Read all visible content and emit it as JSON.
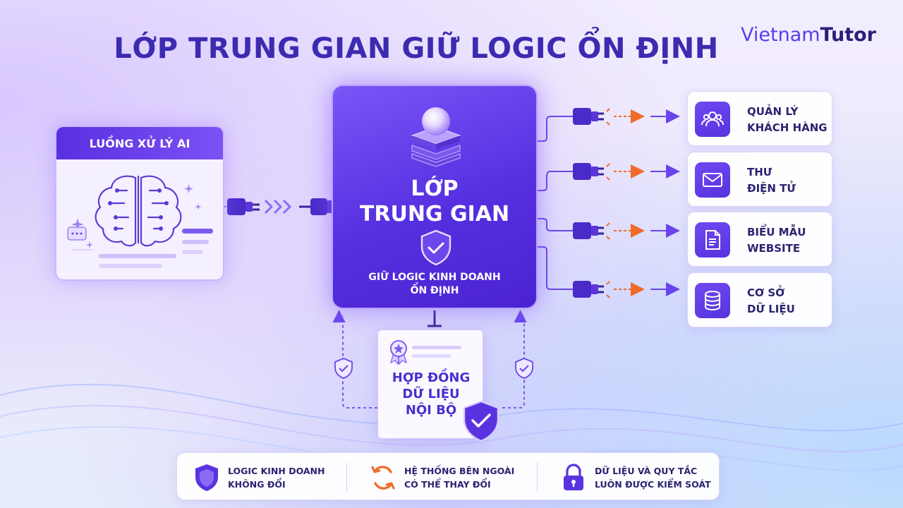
{
  "title": "LỚP TRUNG GIAN GIỮ LOGIC ỔN ĐỊNH",
  "logo": {
    "part1": "Vietnam",
    "part2": "Tutor"
  },
  "ai_panel": {
    "header": "LUỒNG XỬ LÝ AI",
    "icon": "brain-circuit-icon"
  },
  "center": {
    "title_line1": "LỚP",
    "title_line2": "TRUNG GIAN",
    "subtitle_line1": "GIỮ LOGIC KINH DOANH",
    "subtitle_line2": "ỔN ĐỊNH",
    "icons": [
      "layers-orb-icon",
      "shield-check-icon"
    ]
  },
  "targets": [
    {
      "line1": "QUẢN LÝ",
      "line2": "KHÁCH HÀNG",
      "icon": "users-icon"
    },
    {
      "line1": "THƯ",
      "line2": "ĐIỆN TỬ",
      "icon": "mail-icon"
    },
    {
      "line1": "BIỂU MẪU",
      "line2": "WEBSITE",
      "icon": "form-document-icon"
    },
    {
      "line1": "CƠ SỞ",
      "line2": "DỮ LIỆU",
      "icon": "database-icon"
    }
  ],
  "contract": {
    "line1": "HỢP ĐỒNG",
    "line2": "DỮ LIỆU",
    "line3": "NỘI BỘ",
    "icon": "certificate-icon"
  },
  "features": [
    {
      "line1": "LOGIC KINH DOANH",
      "line2": "KHÔNG ĐỔI",
      "icon": "shield-icon"
    },
    {
      "line1": "HỆ THỐNG BÊN NGOÀI",
      "line2": "CÓ THỂ THAY ĐỔI",
      "icon": "refresh-icon"
    },
    {
      "line1": "DỮ LIỆU VÀ QUY TẮC",
      "line2": "LUÔN ĐƯỢC KIỂM SOÁT",
      "icon": "lock-icon"
    }
  ],
  "colors": {
    "primary": "#5a33e0",
    "accent_orange": "#f06a2a",
    "text_dark": "#2b2370"
  }
}
